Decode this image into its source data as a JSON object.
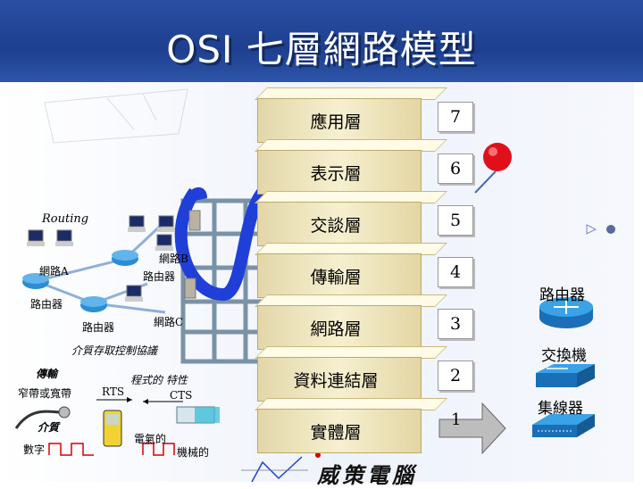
{
  "title": "OSI 七層網路模型",
  "layers": [
    {
      "name": "應用層",
      "number": "7"
    },
    {
      "name": "表示層",
      "number": "6"
    },
    {
      "name": "交談層",
      "number": "5"
    },
    {
      "name": "傳輸層",
      "number": "4"
    },
    {
      "name": "網路層",
      "number": "3"
    },
    {
      "name": "資料連結層",
      "number": "2"
    },
    {
      "name": "實體層",
      "number": "1"
    }
  ],
  "network_labels": {
    "routing": "Routing",
    "net_a": "網路A",
    "net_b": "網路B",
    "net_c": "網路C",
    "router1": "路由器",
    "router2": "路由器",
    "router3": "路由器",
    "media_access": "介質存取控制協議"
  },
  "physical_labels": {
    "transmit": "傳輸",
    "bandwidth": "窄帶或寬帶",
    "procedural": "程式的 特性",
    "rts": "RTS",
    "cts": "CTS",
    "medium": "介質",
    "digital": "數字",
    "electrical": "電氣的",
    "mechanical": "機械的"
  },
  "devices": {
    "router": "路由器",
    "switch": "交換機",
    "hub": "集線器"
  },
  "logo": "威策電腦",
  "colors": {
    "title_bg": "#1e3f8f",
    "snake": "#1f3fd8",
    "grid": "#7a92a8",
    "ball": "#e0101a",
    "device_blue": "#2a8ed6"
  }
}
